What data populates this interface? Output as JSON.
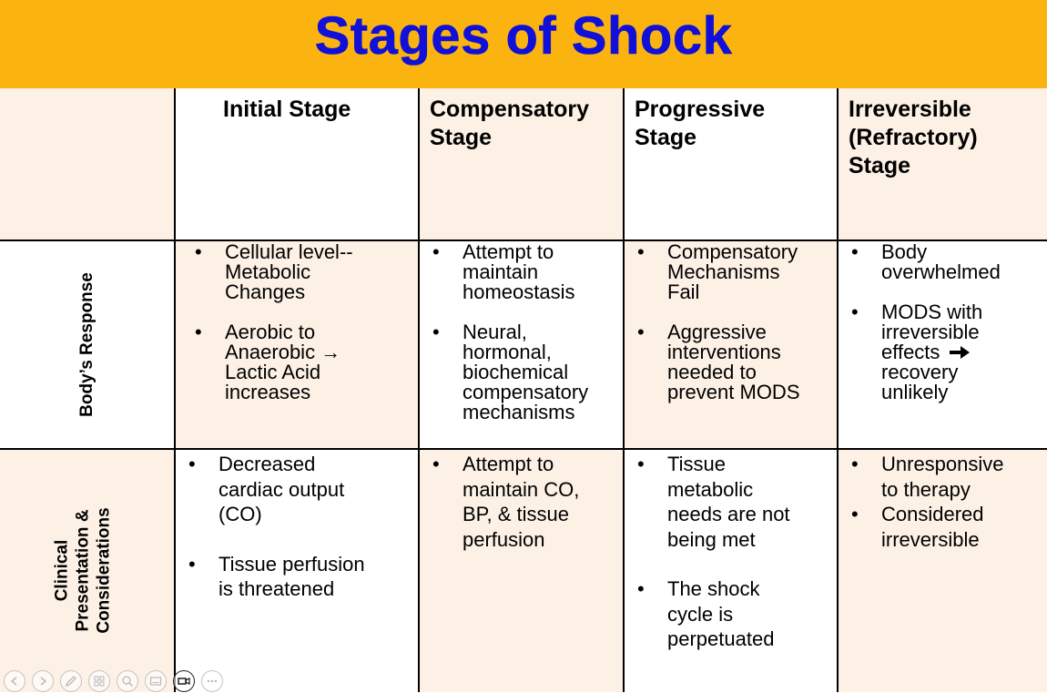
{
  "title": "Stages of Shock",
  "headers": [
    {
      "line1": "Initial Stage",
      "line2": "",
      "line3": ""
    },
    {
      "line1": "Compensatory",
      "line2": "Stage",
      "line3": ""
    },
    {
      "line1": "Progressive",
      "line2": "Stage",
      "line3": ""
    },
    {
      "line1": "Irreversible",
      "line2": "(Refractory)",
      "line3": "Stage"
    }
  ],
  "rows": {
    "response": {
      "label": "Body’s Response",
      "cells": [
        [
          [
            "Cellular level--",
            "Metabolic",
            "Changes"
          ],
          [
            "Aerobic to",
            "Anaerobic →",
            "Lactic Acid",
            "increases"
          ]
        ],
        [
          [
            "Attempt to",
            "maintain",
            "homeostasis"
          ],
          [
            "Neural,",
            "hormonal,",
            "biochemical",
            "compensatory",
            "mechanisms"
          ]
        ],
        [
          [
            "Compensatory",
            "Mechanisms",
            "Fail"
          ],
          [
            "Aggressive",
            "interventions",
            "needed to",
            "prevent MODS"
          ]
        ],
        [
          [
            "Body",
            "overwhelmed"
          ],
          [
            "MODS with",
            "irreversible",
            "effects",
            "recovery",
            "unlikely"
          ]
        ]
      ]
    },
    "clinical": {
      "label_line1": "Clinical",
      "label_line2": "Presentation &",
      "label_line3": "Considerations",
      "cells": [
        [
          [
            "Decreased",
            "cardiac output",
            "(CO)"
          ],
          [
            "Tissue perfusion",
            "is threatened"
          ]
        ],
        [
          [
            "Attempt to",
            "maintain CO,",
            "BP, & tissue",
            "perfusion"
          ]
        ],
        [
          [
            "Tissue",
            "metabolic",
            "needs are not",
            "being met"
          ],
          [
            "The shock",
            "cycle is",
            "perpetuated"
          ]
        ],
        [
          [
            "Unresponsive",
            "to therapy"
          ],
          [
            "Considered",
            "irreversible"
          ]
        ]
      ]
    }
  },
  "icons": {
    "arrow": "right-arrow-icon",
    "controls": [
      "previous-slide-icon",
      "next-slide-icon",
      "pen-icon",
      "slides-grid-icon",
      "zoom-icon",
      "subtitles-icon",
      "camera-icon",
      "more-icon"
    ]
  },
  "colors": {
    "title_bar": "#fbb40f",
    "title_text": "#1010d8",
    "cell_cream": "#fdf1e6"
  }
}
